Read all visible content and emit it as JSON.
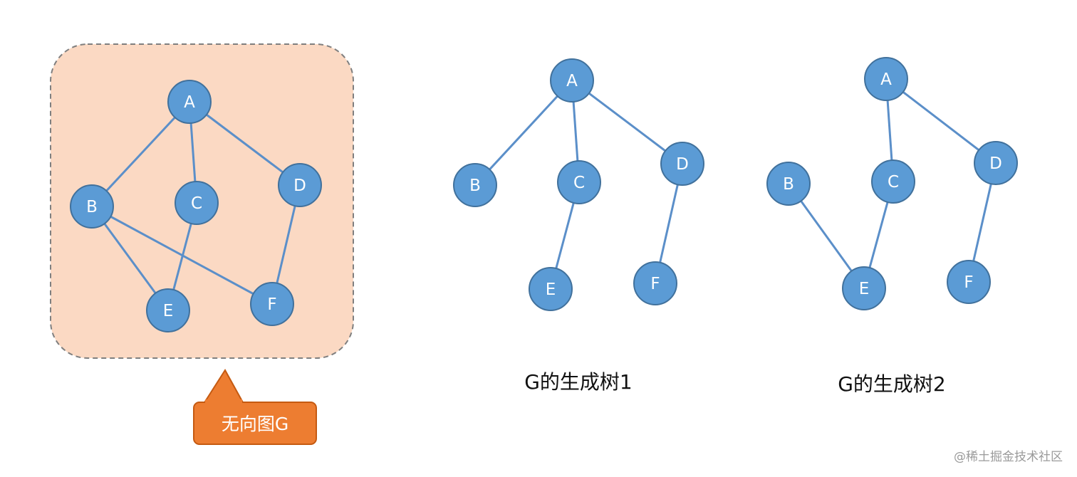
{
  "colors": {
    "node_fill": "#5b9bd5",
    "node_stroke": "#41719c",
    "edge": "#5b8fc9",
    "panel_fill": "#fbd9c3",
    "panel_border": "#7f7f7f",
    "callout_fill": "#ed7d31",
    "callout_border": "#c55a11"
  },
  "graphs": [
    {
      "id": "g",
      "nodes": [
        "A",
        "B",
        "C",
        "D",
        "E",
        "F"
      ],
      "edges": [
        [
          "A",
          "B"
        ],
        [
          "A",
          "C"
        ],
        [
          "A",
          "D"
        ],
        [
          "B",
          "E"
        ],
        [
          "B",
          "F"
        ],
        [
          "C",
          "E"
        ],
        [
          "D",
          "F"
        ]
      ]
    },
    {
      "id": "t1",
      "nodes": [
        "A",
        "B",
        "C",
        "D",
        "E",
        "F"
      ],
      "edges": [
        [
          "A",
          "B"
        ],
        [
          "A",
          "C"
        ],
        [
          "A",
          "D"
        ],
        [
          "C",
          "E"
        ],
        [
          "D",
          "F"
        ]
      ],
      "caption": "G的生成树1"
    },
    {
      "id": "t2",
      "nodes": [
        "A",
        "B",
        "C",
        "D",
        "E",
        "F"
      ],
      "edges": [
        [
          "A",
          "C"
        ],
        [
          "A",
          "D"
        ],
        [
          "C",
          "E"
        ],
        [
          "B",
          "E"
        ],
        [
          "D",
          "F"
        ]
      ],
      "caption": "G的生成树2"
    }
  ],
  "callout": {
    "label": "无向图G"
  },
  "watermark": "@稀土掘金技术社区"
}
